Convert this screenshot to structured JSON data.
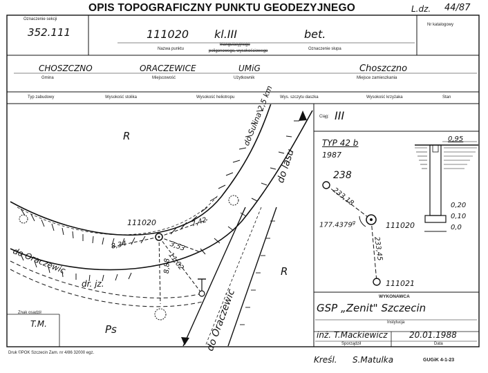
{
  "header": {
    "title": "OPIS TOPOGRAFICZNY PUNKTU GEODEZYJNEGO",
    "ldz_label": "L.dz.",
    "ldz_value": "44/87"
  },
  "row1": {
    "sheet_label": "Oznaczenie sekcji",
    "sheet_value": "352.111",
    "point_number": "111020",
    "point_class": "kl.III",
    "marker_type": "bet.",
    "point_name_label": "Nazwa punktu",
    "triang_label": "triangulacyjnego",
    "polygon_label": "poligonowego, wysokościowego",
    "marker_label": "Oznaczenie słupa",
    "catalog_label": "Nr katalogowy"
  },
  "row2": {
    "gmina_value": "CHOSZCZNO",
    "gmina_label": "Gmina",
    "locality_value": "ORACZEWICE",
    "locality_label": "Miejscowość",
    "user_value": "UMiG",
    "user_label": "Użytkownik",
    "residence_value": "Choszczno",
    "residence_label": "Miejsce zamieszkania"
  },
  "row3": {
    "build_type": "Typ zabudowy",
    "table_height": "Wysokość stolika",
    "heliotrope_height": "Wysokość heliotropu",
    "board_top_height": "Wys. szczytu daszka",
    "cross_height": "Wysokość krzyżaka",
    "state": "Stan"
  },
  "sketch": {
    "area_r1": "R",
    "area_r2": "R",
    "area_ps": "Ps",
    "road_sulina": "do Sulina 2,5 km",
    "road_lasu": "do lasu",
    "road_oraczewic_left": "do Oraczewic",
    "road_oraczewic_right": "do Oraczewic",
    "road_dr": "dr. jz.",
    "point_label": "111020",
    "d1": "7,42",
    "d2": "8,34",
    "d3": "3,53",
    "d4": "11,02",
    "d5": "8,88"
  },
  "right": {
    "ciag_label": "Ciąg:",
    "ciag_value": "III",
    "typ": "TYP 42 b",
    "year": "1987",
    "p_top": "238",
    "dist_top": "233,18",
    "angle": "177.4379",
    "angle_unit": "g",
    "p_mid": "111020",
    "dist_bottom": "233,45",
    "p_bottom": "111021",
    "sec_095": "0,95",
    "sec_020": "0,20",
    "sec_010": "0,10",
    "sec_00": "0,0"
  },
  "footer": {
    "performer_label": "WYKONAWCA",
    "institution_value": "GSP „Zenit\" Szczecin",
    "institution_label": "Instytucja",
    "author_value": "inż. T.Mackiewicz",
    "date_value": "20.01.1988",
    "author_label": "Sporządził",
    "date_label": "Data",
    "mark_label": "Znak osadził",
    "mark_value": "T.M.",
    "print_info": "Druk ©POK Szczecin Zam. nr 4/86  32000 egz.",
    "drew_label": "Kreśl.",
    "drew_value": "S.Matulka",
    "form_code": "GUGiK 4-1-23"
  }
}
